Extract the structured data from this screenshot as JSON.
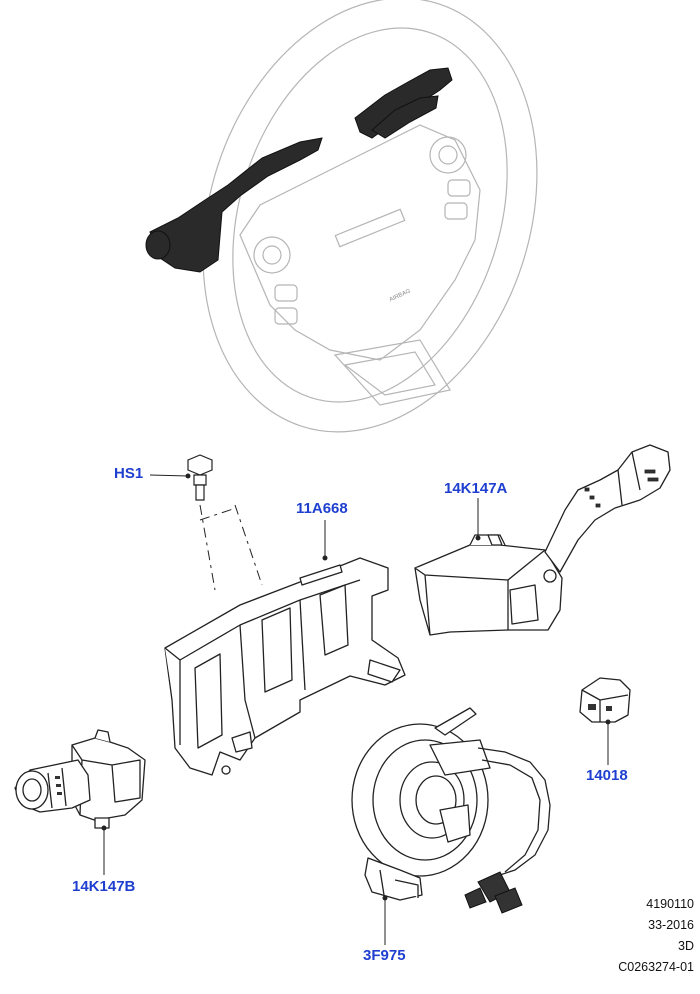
{
  "labels": {
    "hs1": "HS1",
    "p11a668": "11A668",
    "p14k147a": "14K147A",
    "p14k147b": "14K147B",
    "p14018": "14018",
    "p3f975": "3F975"
  },
  "reference": {
    "line1": "4190110",
    "line2": "33-2016",
    "line3": "3D",
    "line4": "C0263274-01"
  },
  "airbag_mark": "AIRBAG",
  "colors": {
    "callout": "#1f3fd0",
    "line": "#222222",
    "faint": "#bbbbbb"
  }
}
